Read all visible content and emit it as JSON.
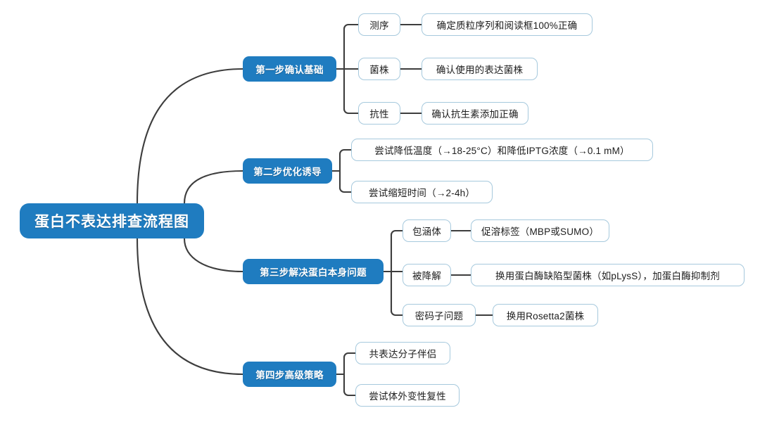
{
  "diagram": {
    "type": "mindmap",
    "title": "蛋白不表达排查流程图",
    "colors": {
      "node_blue": "#1f7cc0",
      "leaf_border": "#a6c9dd",
      "leaf_fill": "#ffffff",
      "connector": "#3d3d3d",
      "background": "#ffffff"
    },
    "root": {
      "label": "蛋白不表达排查流程图"
    },
    "branches": [
      {
        "label": "第一步确认基础",
        "children": [
          {
            "label": "测序",
            "children": [
              {
                "label": "确定质粒序列和阅读框100%正确"
              }
            ]
          },
          {
            "label": "菌株",
            "children": [
              {
                "label": "确认使用的表达菌株"
              }
            ]
          },
          {
            "label": "抗性",
            "children": [
              {
                "label": "确认抗生素添加正确"
              }
            ]
          }
        ]
      },
      {
        "label": "第二步优化诱导",
        "children": [
          {
            "label": "尝试降低温度（→18-25°C）和降低IPTG浓度（→0.1 mM）",
            "children": []
          },
          {
            "label": "尝试缩短时间（→2-4h）",
            "children": []
          }
        ]
      },
      {
        "label": "第三步解决蛋白本身问题",
        "children": [
          {
            "label": "包涵体",
            "children": [
              {
                "label": "促溶标签（MBP或SUMO）"
              }
            ]
          },
          {
            "label": "被降解",
            "children": [
              {
                "label": "换用蛋白酶缺陷型菌株（如pLysS），加蛋白酶抑制剂"
              }
            ]
          },
          {
            "label": "密码子问题",
            "children": [
              {
                "label": "换用Rosetta2菌株"
              }
            ]
          }
        ]
      },
      {
        "label": "第四步高级策略",
        "children": [
          {
            "label": "共表达分子伴侣",
            "children": []
          },
          {
            "label": "尝试体外变性复性",
            "children": []
          }
        ]
      }
    ]
  }
}
